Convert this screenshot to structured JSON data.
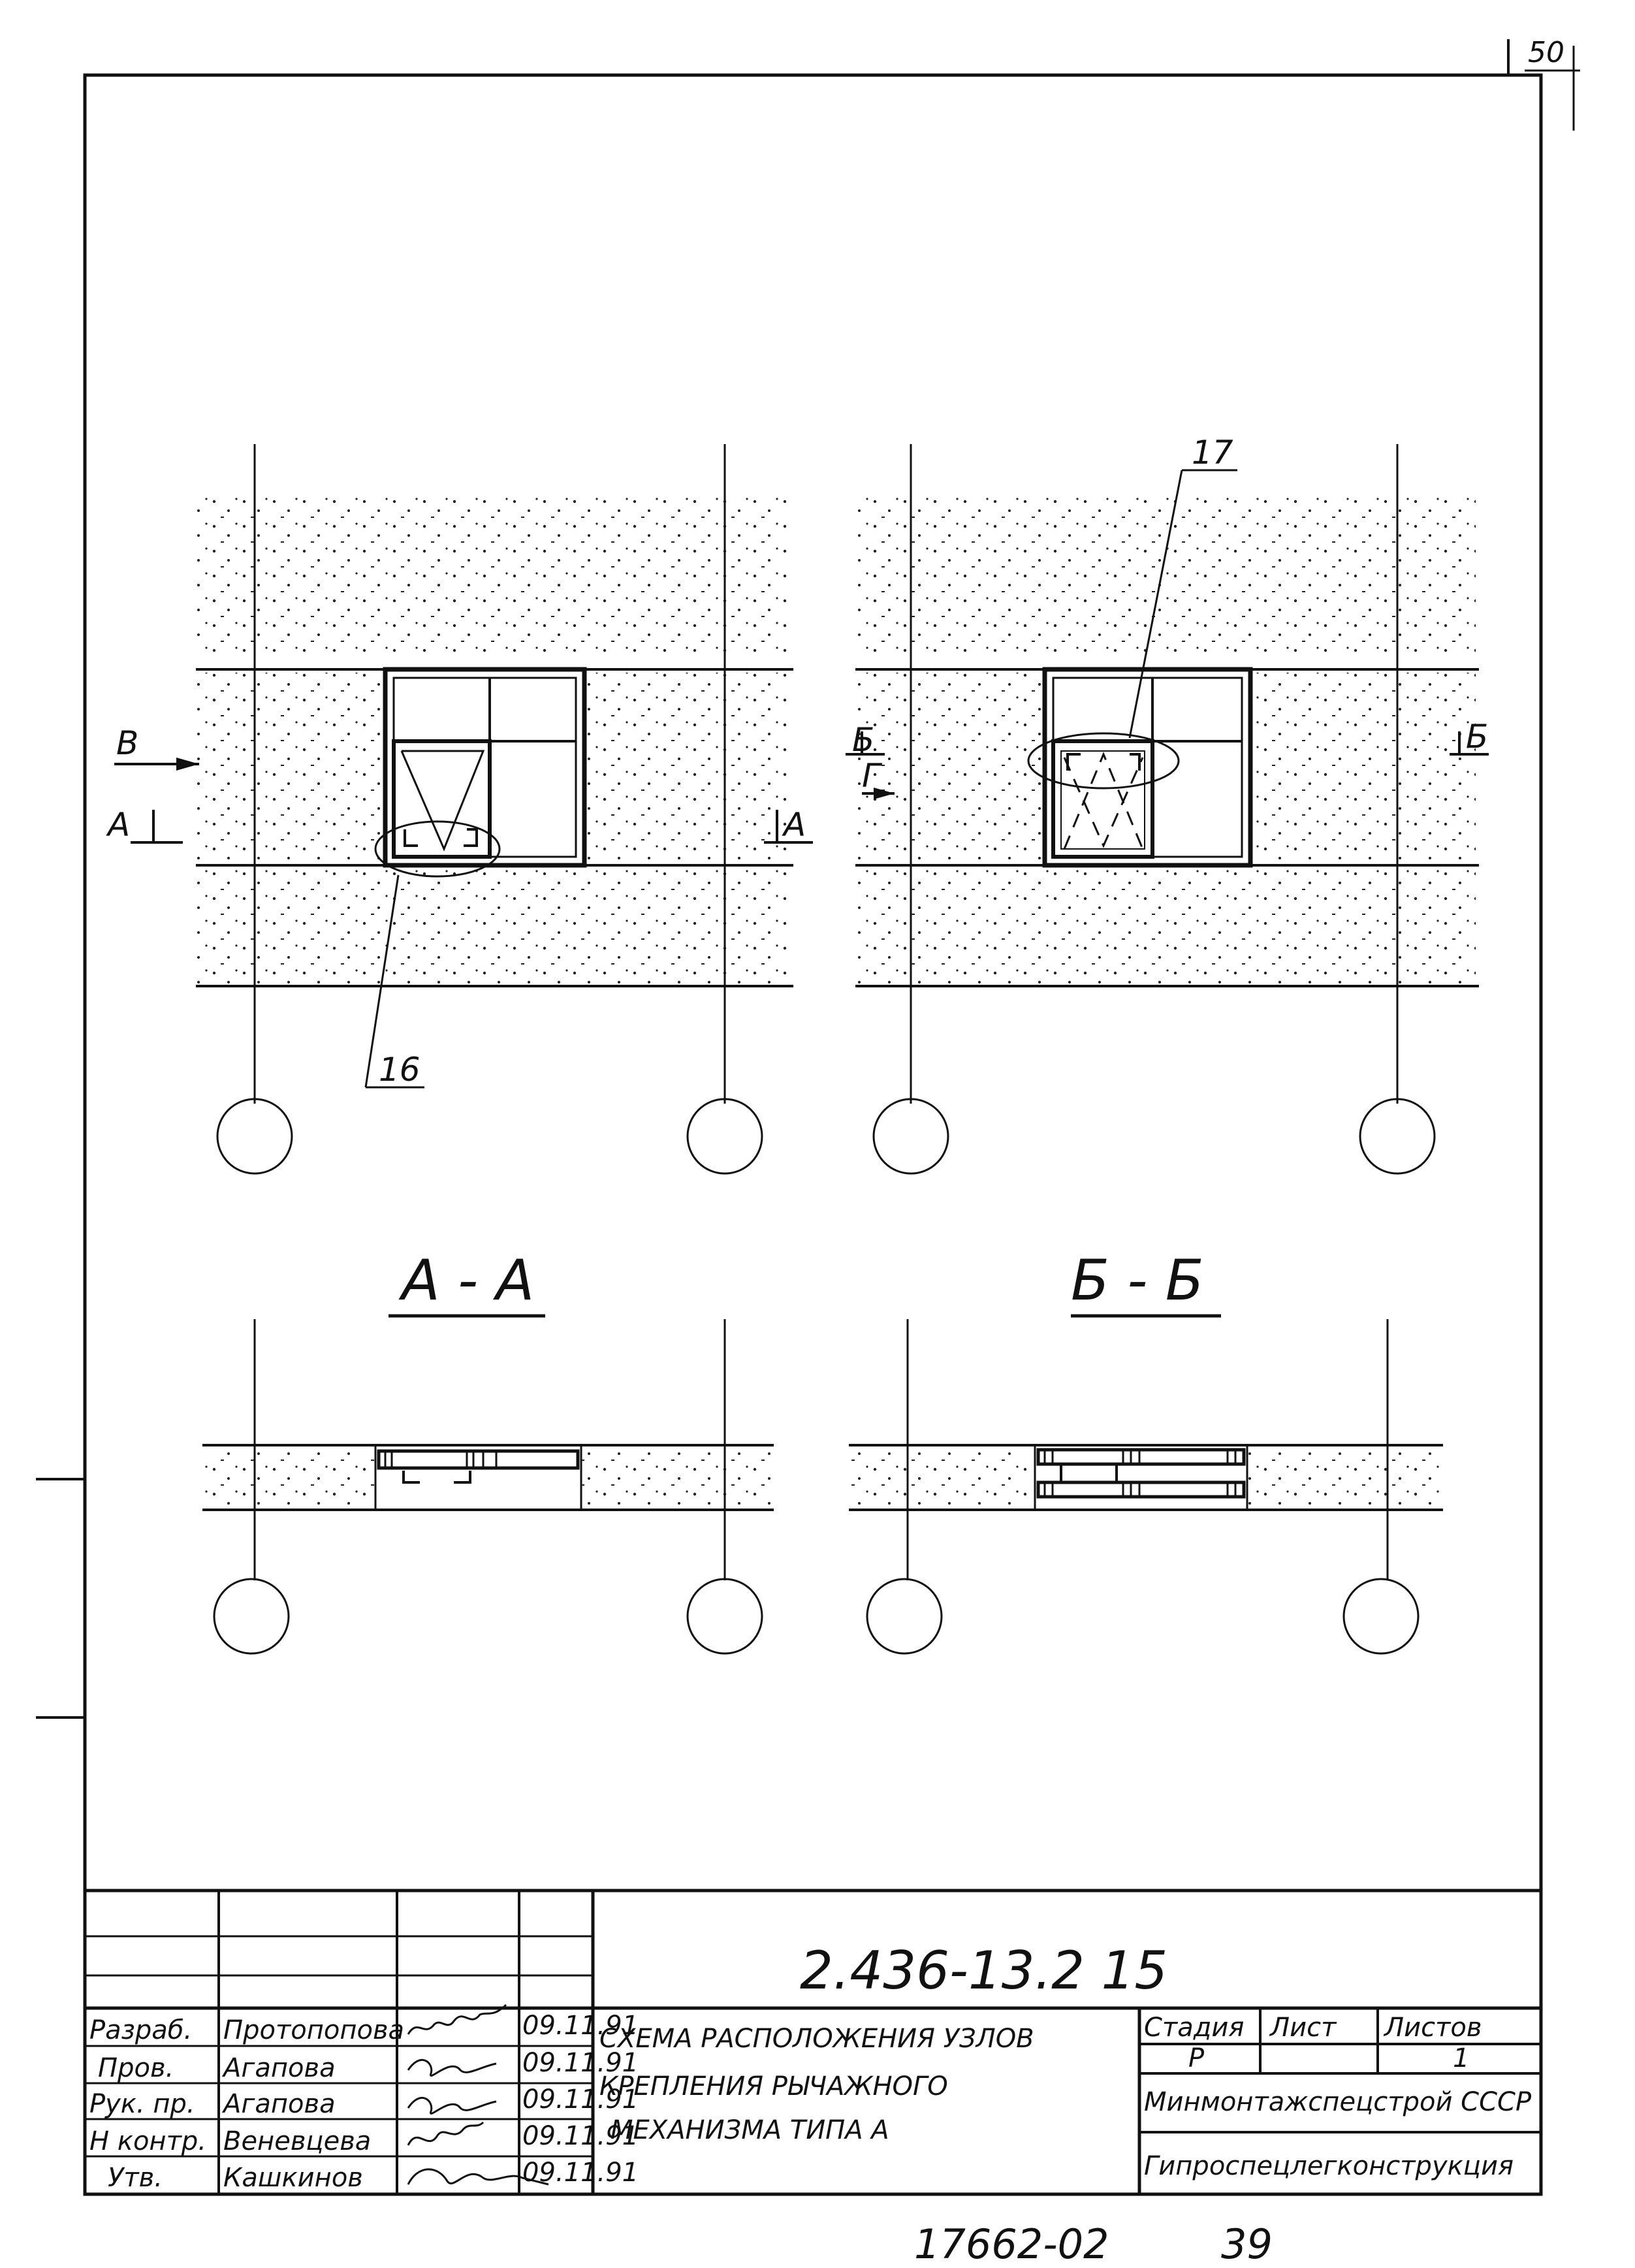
{
  "sheet_corner": "50",
  "views": {
    "plan_left": {
      "section_mark_a_left": "А",
      "section_mark_a_right": "А",
      "view_mark_v": "В",
      "callout": "16"
    },
    "plan_right": {
      "section_mark_b_left": "Б",
      "section_mark_b_right": "Б",
      "view_mark_g": "Г",
      "callout": "17"
    },
    "section_aa": {
      "title": "А - А"
    },
    "section_bb": {
      "title": "Б - Б"
    }
  },
  "title_block": {
    "code": "2.436-13.2 15",
    "title_line1": "СХЕМА РАСПОЛОЖЕНИЯ УЗЛОВ",
    "title_line2": "КРЕПЛЕНИЯ РЫЧАЖНОГО",
    "title_line3": "МЕХАНИЗМА ТИПА А",
    "stage_header": "Стадия",
    "sheet_header": "Лист",
    "sheets_header": "Листов",
    "stage_value": "Р",
    "sheet_value": "",
    "sheets_value": "1",
    "org1": "Минмонтажспецстрой СССР",
    "org2": "Гипроспецлегконструкция",
    "signatures": [
      {
        "role": "Разраб.",
        "name": "Протопопова",
        "date": "09.11.91"
      },
      {
        "role": "Пров.",
        "name": "Агапова",
        "date": "09.11.91"
      },
      {
        "role": "Рук. пр.",
        "name": "Агапова",
        "date": "09.11.91"
      },
      {
        "role": "Н контр.",
        "name": "Веневцева",
        "date": "09.11.91"
      },
      {
        "role": "Утв.",
        "name": "Кашкинов",
        "date": "09.11.91"
      }
    ]
  },
  "footer_number": "17662-02",
  "footer_page": "39"
}
